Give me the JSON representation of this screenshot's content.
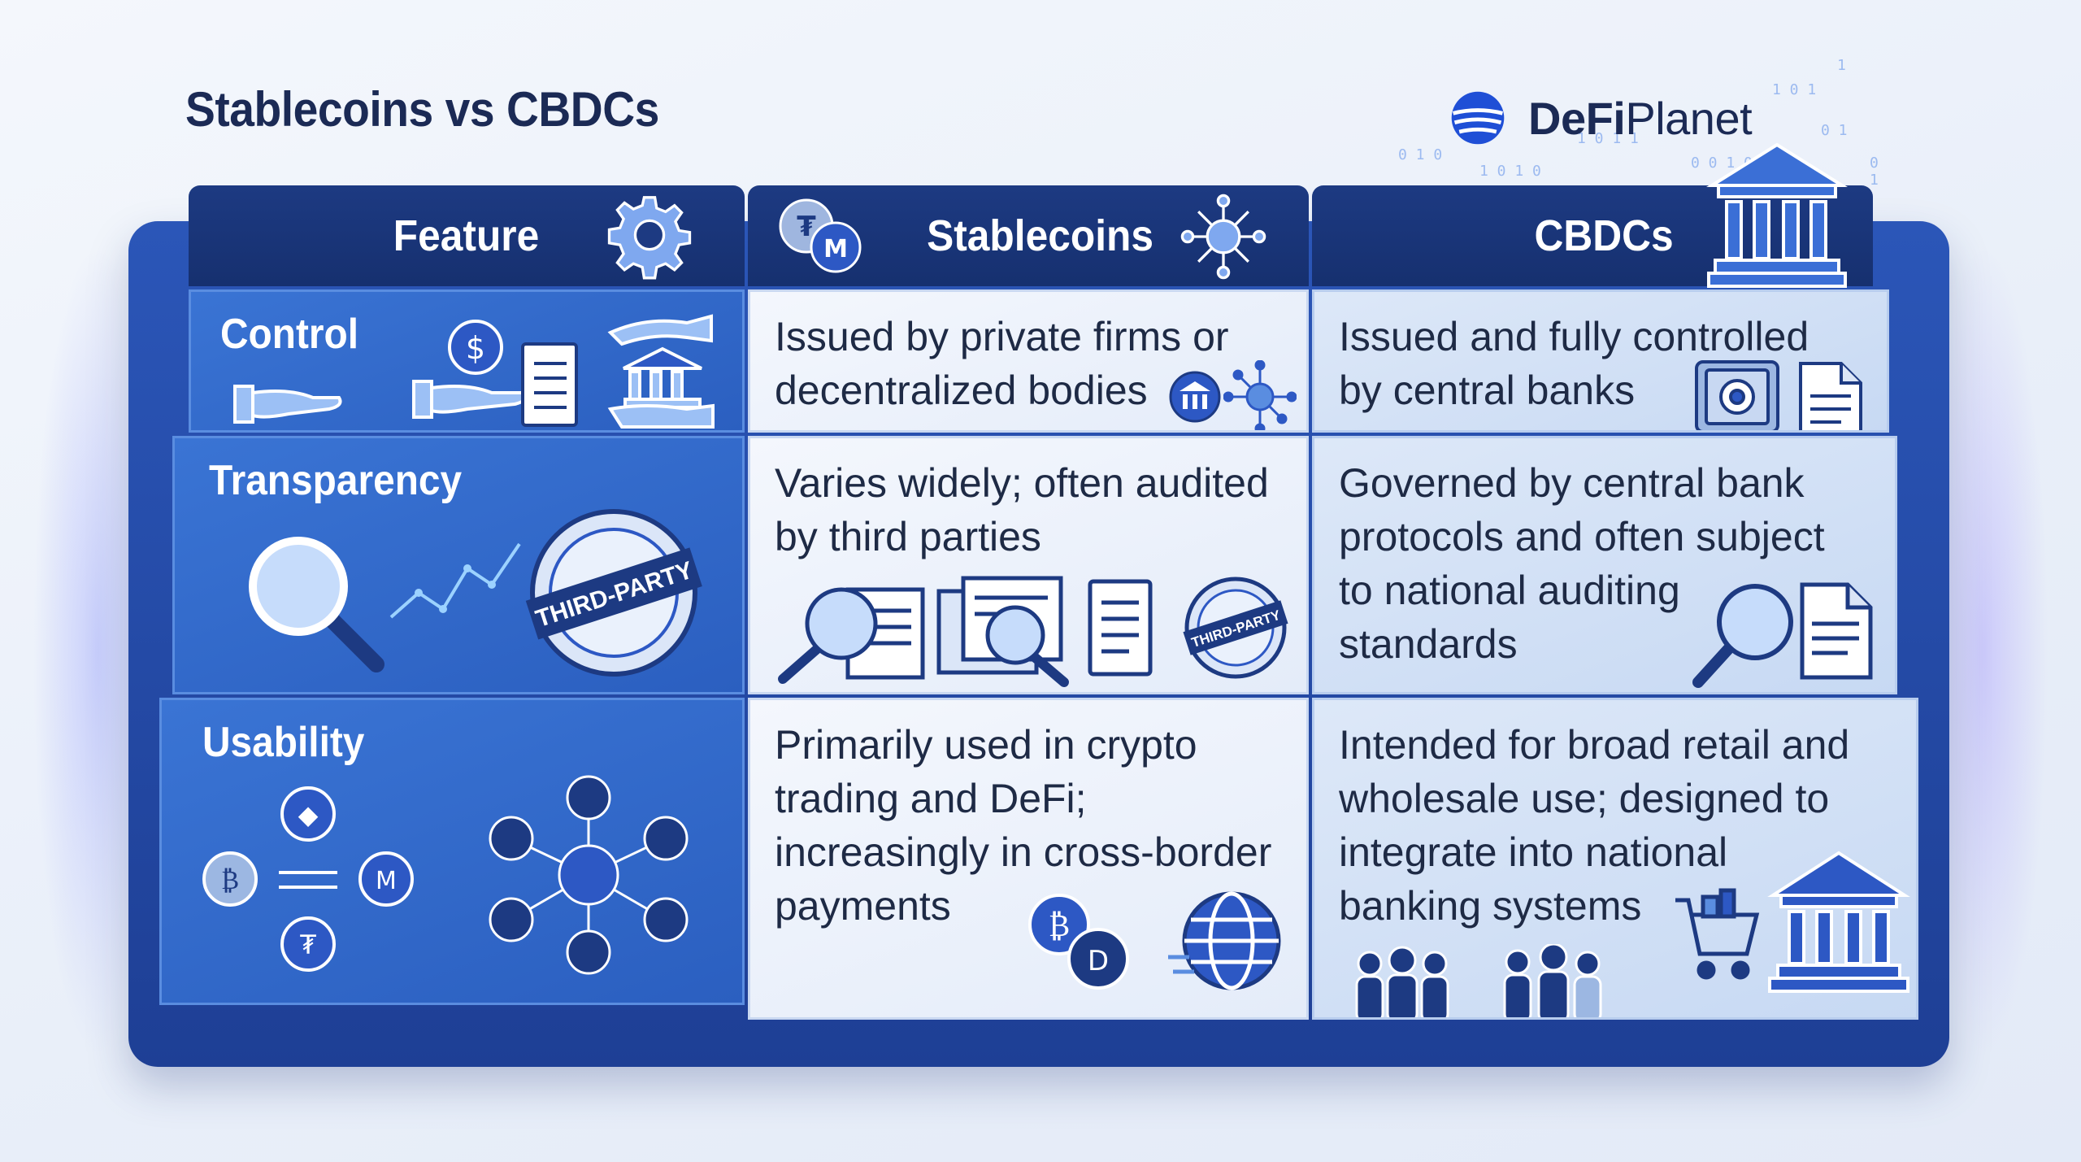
{
  "title": "Stablecoins vs CBDCs",
  "brand": {
    "name_bold": "DeFi",
    "name_regular": "Planet"
  },
  "colors": {
    "navy": "#1b2a55",
    "header": "#1d3a82",
    "feature_cell": "#3a74d4",
    "stable_cell": "#eef3fc",
    "cbdc_cell": "#d3e1f5",
    "accent": "#2b56b8"
  },
  "columns": [
    "Feature",
    "Stablecoins",
    "CBDCs"
  ],
  "rows": [
    {
      "feature": "Control",
      "stablecoins": "Issued by private firms or\ndecentralized bodies",
      "cbdcs": "Issued and fully controlled\nby central banks",
      "icons": [
        "hand-icon",
        "dollar-coin-icon",
        "notepad-icon",
        "bank-handover-icon",
        "bank-coin-icon",
        "network-node-icon",
        "vault-icon",
        "document-icon"
      ]
    },
    {
      "feature": "Transparency",
      "stablecoins": "Varies widely; often audited\nby third parties",
      "cbdcs": "Governed by central bank\nprotocols and often subject\nto national auditing\nstandards",
      "stamp": "THIRD-PARTY",
      "icons": [
        "magnifier-icon",
        "line-chart-icon",
        "third-party-stamp-icon",
        "document-search-icon",
        "notepad-icon",
        "magnifier-document-icon"
      ]
    },
    {
      "feature": "Usability",
      "stablecoins": "Primarily used in crypto\ntrading and DeFi;\nincreasingly in cross-border\npayments",
      "cbdcs": "Intended for broad retail and\nwholesale use; designed to\nintegrate into national\nbanking systems",
      "icons": [
        "coin-exchange-cycle-icon",
        "people-network-icon",
        "crypto-exchange-icon",
        "globe-icon",
        "people-group-icon",
        "shopping-cart-icon",
        "bank-icon"
      ]
    }
  ],
  "coin_glyphs": {
    "bitcoin": "₿",
    "tether": "₮",
    "monero": "M",
    "dollar": "$",
    "dash": "D"
  }
}
